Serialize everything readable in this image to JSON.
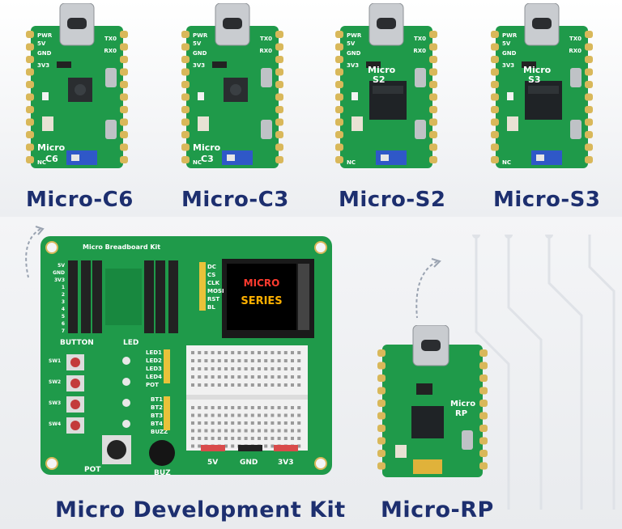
{
  "products": [
    {
      "name": "Micro-C6",
      "board_text": [
        "Micro",
        "C6"
      ]
    },
    {
      "name": "Micro-C3",
      "board_text": [
        "Micro",
        "C3"
      ]
    },
    {
      "name": "Micro-S2",
      "board_text": [
        "Micro",
        "S2"
      ]
    },
    {
      "name": "Micro-S3",
      "board_text": [
        "Micro",
        "S3"
      ]
    }
  ],
  "pin_labels": {
    "pwr": "PWR",
    "v5": "5V",
    "gnd": "GND",
    "v33": "3V3",
    "tx": "TX0",
    "rx": "RX0",
    "nc": "NC"
  },
  "kit": {
    "name": "Micro Development Kit",
    "board_title": "Micro Breadboard Kit",
    "screen_line1": "MICRO",
    "screen_line2": "SERIES",
    "button_header": "BUTTON",
    "led_header": "LED",
    "pot_label": "POT",
    "buz_label": "BUZ",
    "power_5v": "5V",
    "power_gnd": "GND",
    "power_3v3": "3V3",
    "lcd_pins": [
      "DC",
      "CS",
      "CLK",
      "MOSI",
      "RST",
      "BL"
    ],
    "led_pins": [
      "LED1",
      "LED2",
      "LED3",
      "LED4",
      "POT"
    ],
    "bt_pins": [
      "BT1",
      "BT2",
      "BT3",
      "BT4",
      "BUZZ"
    ],
    "sw_labels": [
      "SW1",
      "SW2",
      "SW3",
      "SW4"
    ],
    "left_pins": [
      "5V",
      "GND",
      "3V3",
      "1",
      "2",
      "3",
      "4",
      "5",
      "6",
      "7"
    ]
  },
  "rp": {
    "name": "Micro-RP",
    "board_text": [
      "Micro",
      "RP"
    ]
  },
  "colors": {
    "title": "#1d2f6f",
    "pcb": "#1f9a4a",
    "pcb_dark": "#157a38",
    "pad": "#d9b85a"
  }
}
